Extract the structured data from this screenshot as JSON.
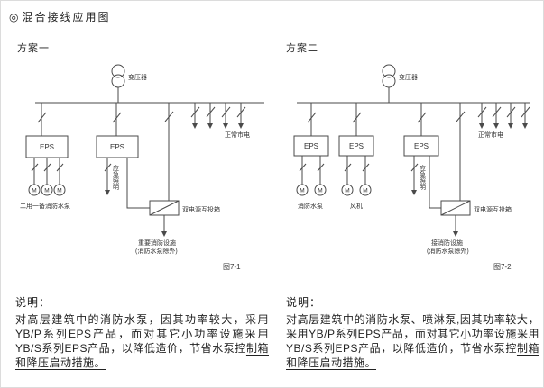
{
  "page": {
    "title_icon": "◎",
    "title": "混合接线应用图"
  },
  "scheme1": {
    "heading": "方案一",
    "caption": "图7-1",
    "labels": {
      "transformer": "变压器",
      "eps": "EPS",
      "mains": "正常市电",
      "emergency_lighting": "应急照明",
      "transfer_box": "双电源互投箱",
      "load_line1": "重要消防设施",
      "load_line2": "(消防水泵除外)",
      "pump_group": "二用一备消防水泵",
      "motor": "M"
    },
    "note_title": "说明：",
    "note_body": "对高层建筑中的消防水泵，因其功率较大，采用YB/P系列EPS产品，而对其它小功率设施采用YB/S系列EPS产品，以降低造价，节省水泵控",
    "note_tail": "制箱和降压启动措施。"
  },
  "scheme2": {
    "heading": "方案二",
    "caption": "图7-2",
    "labels": {
      "transformer": "变压器",
      "eps": "EPS",
      "mains": "正常市电",
      "emergency_lighting": "应急照明",
      "transfer_box": "双电源互投箱",
      "load_line1": "接消防设施",
      "load_line2": "(消防水泵除外)",
      "pump_label": "消防水泵",
      "fan_label": "风机",
      "motor": "M"
    },
    "note_title": "说明：",
    "note_body": "对高层建筑中的消防水泵、喷淋泵,因其功率较大，采用YB/P系列EPS产品，而对其它小功率设施采用YB/S系列EPS产品，以降低造价，节省水泵控",
    "note_tail": "制箱和降压启动措施。"
  }
}
